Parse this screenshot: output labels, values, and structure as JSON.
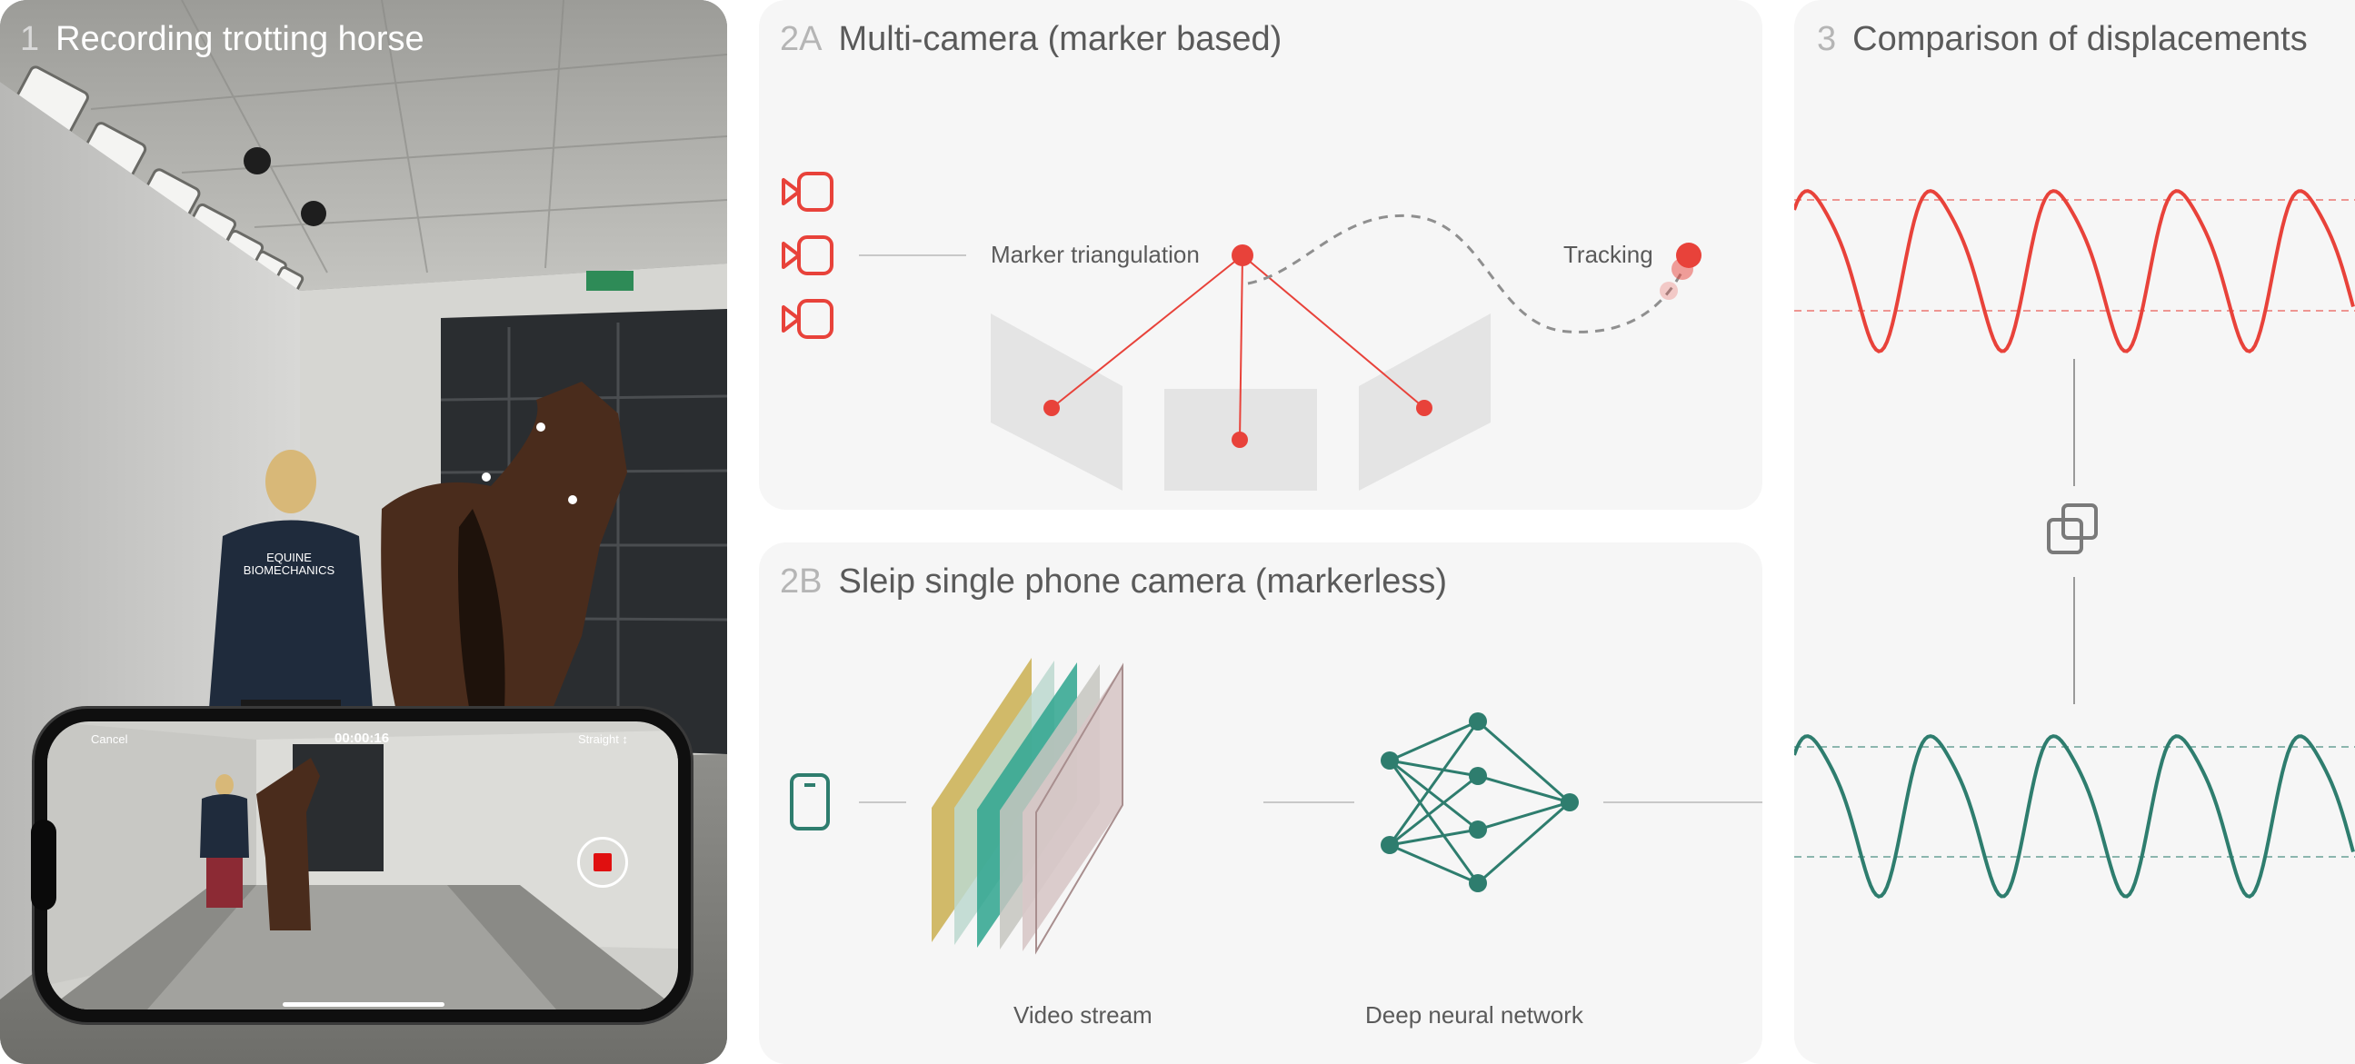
{
  "panel1": {
    "num": "1",
    "title": "Recording trotting horse",
    "jacket_text": "EQUINE BIOMECHANICS",
    "phone": {
      "cancel": "Cancel",
      "timer": "00:00:16",
      "mode": "Straight ↕"
    }
  },
  "panel2a": {
    "num": "2A",
    "title": "Multi-camera (marker based)",
    "marker_label": "Marker triangulation",
    "tracking_label": "Tracking"
  },
  "panel2b": {
    "num": "2B",
    "title": "Sleip single phone camera (markerless)",
    "video_label": "Video stream",
    "network_label": "Deep neural network"
  },
  "panel3": {
    "num": "3",
    "title": "Comparison of displacements"
  },
  "colors": {
    "red": "#e8423a",
    "green": "#2e7d6e",
    "grey": "#d4d4d4",
    "line": "#c8c8c8"
  },
  "icons": [
    "video-camera-icon",
    "phone-icon",
    "overlap-squares-icon",
    "record-stop-icon"
  ]
}
